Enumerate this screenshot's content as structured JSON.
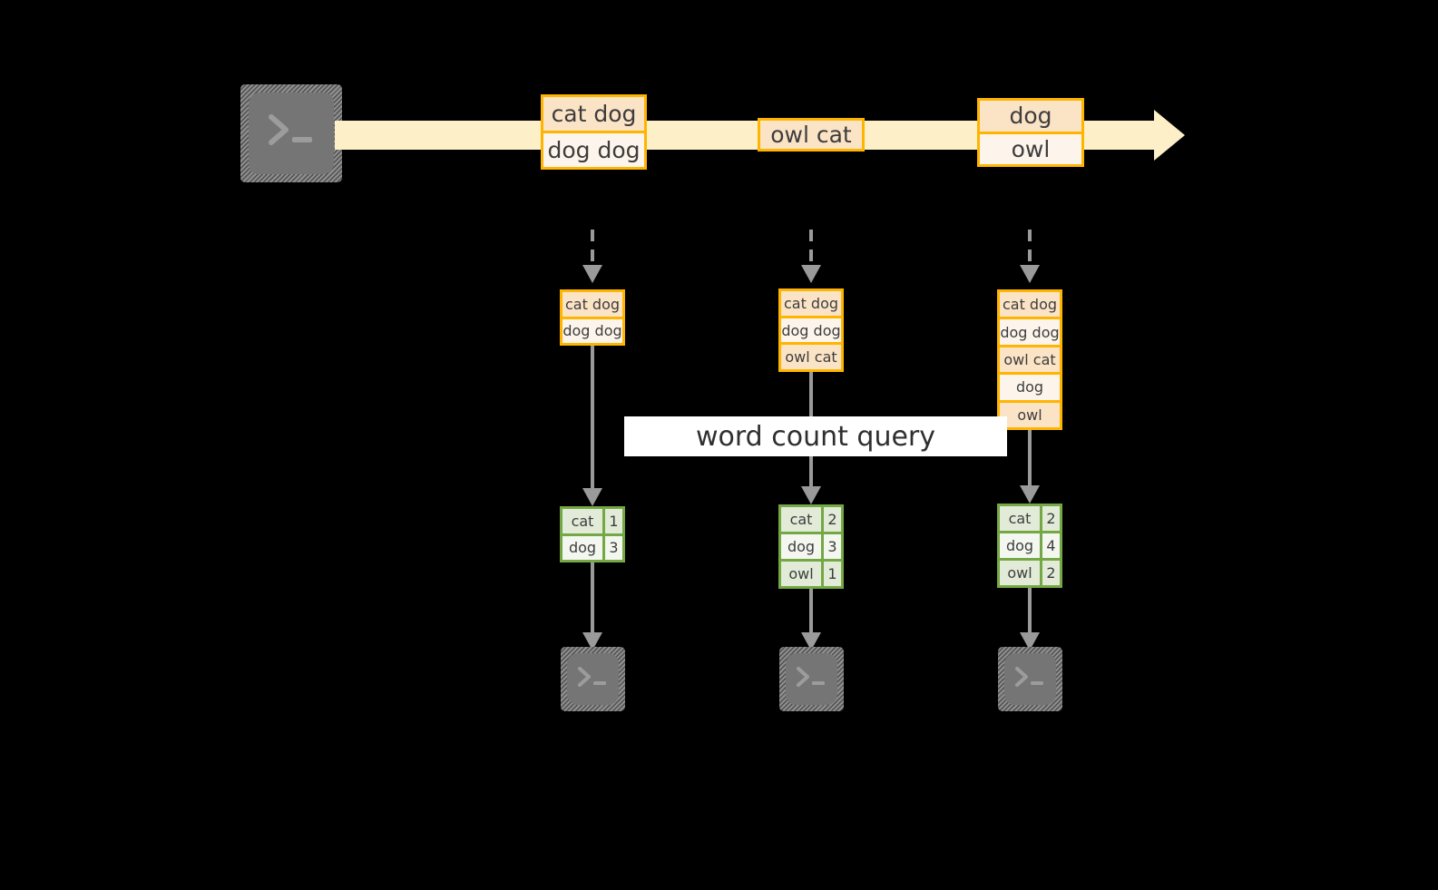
{
  "diagram": {
    "background_color": "#000000",
    "accent_orange": "#ffb400",
    "accent_green": "#74a844",
    "stream_fill": "#fdefc8",
    "query_label": "word count query",
    "source_icon": "terminal-prompt-icon",
    "sink_icon": "terminal-prompt-icon",
    "stream_arrow": "stream-arrow-right"
  },
  "stream_records": [
    {
      "name": "record-group-1",
      "lines": [
        "cat dog",
        "dog dog"
      ]
    },
    {
      "name": "record-group-2",
      "lines": [
        "owl cat"
      ]
    },
    {
      "name": "record-group-3",
      "lines": [
        "dog",
        "owl"
      ]
    }
  ],
  "stages": [
    {
      "name": "stage-1",
      "input_lines": [
        "cat dog",
        "dog dog"
      ],
      "results": [
        {
          "word": "cat",
          "count": "1"
        },
        {
          "word": "dog",
          "count": "3"
        }
      ]
    },
    {
      "name": "stage-2",
      "input_lines": [
        "cat dog",
        "dog dog",
        "owl cat"
      ],
      "results": [
        {
          "word": "cat",
          "count": "2"
        },
        {
          "word": "dog",
          "count": "3"
        },
        {
          "word": "owl",
          "count": "1"
        }
      ]
    },
    {
      "name": "stage-3",
      "input_lines": [
        "cat dog",
        "dog dog",
        "owl cat",
        "dog",
        "owl"
      ],
      "results": [
        {
          "word": "cat",
          "count": "2"
        },
        {
          "word": "dog",
          "count": "4"
        },
        {
          "word": "owl",
          "count": "2"
        }
      ]
    }
  ]
}
